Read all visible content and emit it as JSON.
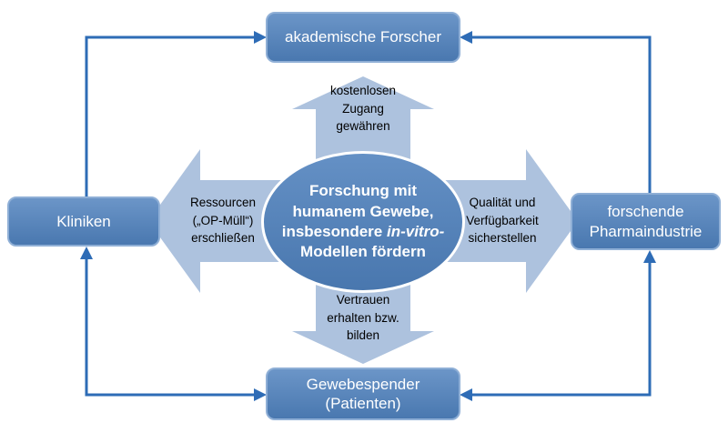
{
  "diagram": {
    "center": {
      "line1": "Forschung mit",
      "line2": "humanem Gewebe,",
      "line3_regular": "insbesondere ",
      "line3_italic": "in-vitro-",
      "line4": "Modellen fördern"
    },
    "nodes": {
      "top": {
        "label": "akademische Forscher"
      },
      "left": {
        "label": "Kliniken"
      },
      "right": {
        "label": "forschende\nPharmaindustrie"
      },
      "bottom": {
        "label": "Gewebespender\n(Patienten)"
      }
    },
    "arrows": {
      "up": {
        "label": "kostenlosen\nZugang\ngewähren"
      },
      "left": {
        "label": "Ressourcen\n(„OP-Müll“)\nerschließen"
      },
      "right": {
        "label": "Qualität und\nVerfügbarkeit\nsicherstellen"
      },
      "down": {
        "label": "Vertrauen\nerhalten bzw.\nbilden"
      }
    },
    "colors": {
      "background": "#ffffff",
      "node_fill": "#4f81bd",
      "node_border": "#8fafd6",
      "node_text": "#ffffff",
      "arrow_fill": "#adc2de",
      "arrow_text": "#000000",
      "connector": "#2e6cb6"
    }
  }
}
